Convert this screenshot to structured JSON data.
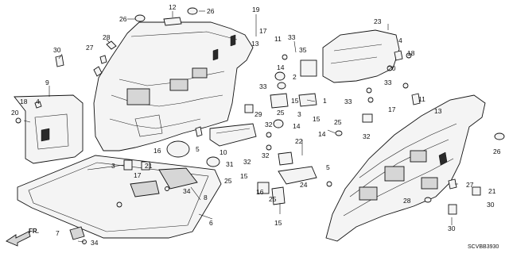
{
  "diagram": {
    "figure_code": "SCVBB3930",
    "direction_label": "FR."
  },
  "callouts": [
    {
      "id": "c12",
      "text": "12"
    },
    {
      "id": "c26a",
      "text": "26"
    },
    {
      "id": "c26b",
      "text": "26"
    },
    {
      "id": "c19",
      "text": "19"
    },
    {
      "id": "c17a",
      "text": "17"
    },
    {
      "id": "c11a",
      "text": "11"
    },
    {
      "id": "c13a",
      "text": "13"
    },
    {
      "id": "c28a",
      "text": "28"
    },
    {
      "id": "c27a",
      "text": "27"
    },
    {
      "id": "c30a",
      "text": "30"
    },
    {
      "id": "c33a",
      "text": "33"
    },
    {
      "id": "c35",
      "text": "35"
    },
    {
      "id": "c23",
      "text": "23"
    },
    {
      "id": "c4a",
      "text": "4"
    },
    {
      "id": "c18a",
      "text": "18"
    },
    {
      "id": "c20a",
      "text": "20"
    },
    {
      "id": "c14a",
      "text": "14"
    },
    {
      "id": "c33b",
      "text": "33"
    },
    {
      "id": "c2",
      "text": "2"
    },
    {
      "id": "c1",
      "text": "1"
    },
    {
      "id": "c3",
      "text": "3"
    },
    {
      "id": "c9",
      "text": "9"
    },
    {
      "id": "c18b",
      "text": "18"
    },
    {
      "id": "c4b",
      "text": "4"
    },
    {
      "id": "c20b",
      "text": "20"
    },
    {
      "id": "c25a",
      "text": "25"
    },
    {
      "id": "c15a",
      "text": "15"
    },
    {
      "id": "c33c",
      "text": "33"
    },
    {
      "id": "c33d",
      "text": "33"
    },
    {
      "id": "c17b",
      "text": "17"
    },
    {
      "id": "c11b",
      "text": "11"
    },
    {
      "id": "c13b",
      "text": "13"
    },
    {
      "id": "c29",
      "text": "29"
    },
    {
      "id": "c32a",
      "text": "32"
    },
    {
      "id": "c14b",
      "text": "14"
    },
    {
      "id": "c15b",
      "text": "15"
    },
    {
      "id": "c25b",
      "text": "25"
    },
    {
      "id": "c14c",
      "text": "14"
    },
    {
      "id": "c32b",
      "text": "32"
    },
    {
      "id": "c22",
      "text": "22"
    },
    {
      "id": "c32c",
      "text": "32"
    },
    {
      "id": "c16a",
      "text": "16"
    },
    {
      "id": "c5a",
      "text": "5"
    },
    {
      "id": "c10",
      "text": "10"
    },
    {
      "id": "c31",
      "text": "31"
    },
    {
      "id": "c32d",
      "text": "32"
    },
    {
      "id": "c15c",
      "text": "15"
    },
    {
      "id": "c25c",
      "text": "25"
    },
    {
      "id": "c5b",
      "text": "5"
    },
    {
      "id": "c26c",
      "text": "26"
    },
    {
      "id": "c3b",
      "text": "3"
    },
    {
      "id": "c21",
      "text": "21"
    },
    {
      "id": "c17c",
      "text": "17"
    },
    {
      "id": "c34a",
      "text": "34"
    },
    {
      "id": "c8",
      "text": "8"
    },
    {
      "id": "c24",
      "text": "24"
    },
    {
      "id": "c16b",
      "text": "16"
    },
    {
      "id": "c25d",
      "text": "25"
    },
    {
      "id": "c15d",
      "text": "15"
    },
    {
      "id": "c27b",
      "text": "27"
    },
    {
      "id": "c21b",
      "text": "21"
    },
    {
      "id": "c28b",
      "text": "28"
    },
    {
      "id": "c30b",
      "text": "30"
    },
    {
      "id": "c30c",
      "text": "30"
    },
    {
      "id": "c6",
      "text": "6"
    },
    {
      "id": "c7",
      "text": "7"
    },
    {
      "id": "c34b",
      "text": "34"
    }
  ]
}
